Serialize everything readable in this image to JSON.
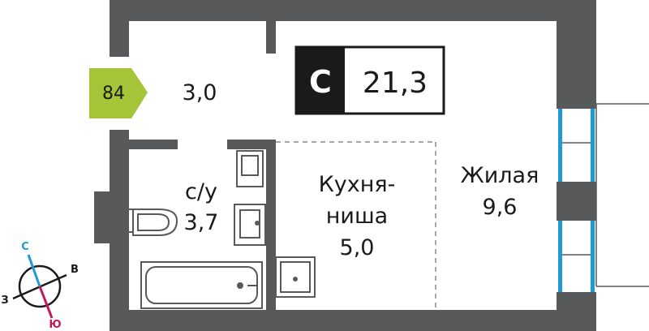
{
  "apartment": {
    "number": "84",
    "type_letter": "С",
    "total_area": "21,3"
  },
  "rooms": {
    "hallway": {
      "area": "3,0"
    },
    "bathroom": {
      "name": "с/у",
      "area": "3,7"
    },
    "kitchen": {
      "name_line1": "Кухня-",
      "name_line2": "ниша",
      "area": "5,0"
    },
    "living": {
      "name": "Жилая",
      "area": "9,6"
    }
  },
  "compass": {
    "north": "С",
    "east": "В",
    "west": "З",
    "south": "Ю"
  },
  "colors": {
    "wall": "#58595b",
    "badge": "#a6c437",
    "window": "#1e9ad6",
    "north": "#1e9ad6",
    "south": "#c1185b",
    "type_box": "#1a1a1a"
  }
}
